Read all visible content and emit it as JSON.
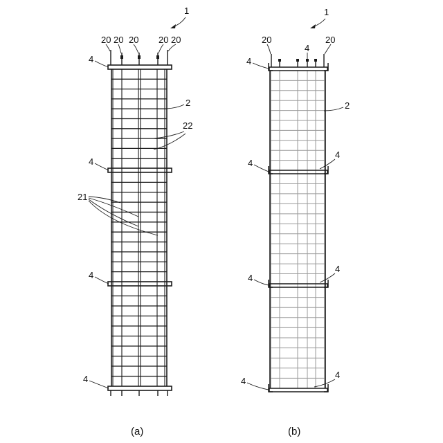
{
  "figure_a": {
    "caption": "(a)",
    "label_assembly": "1",
    "label_cage": "2",
    "label_plate": "4",
    "label_bar": "20",
    "label_main_rebar": "21",
    "label_hoop": "22"
  },
  "figure_b": {
    "caption": "(b)",
    "label_assembly": "1",
    "label_cage": "2",
    "label_plate": "4",
    "label_bar": "20"
  }
}
